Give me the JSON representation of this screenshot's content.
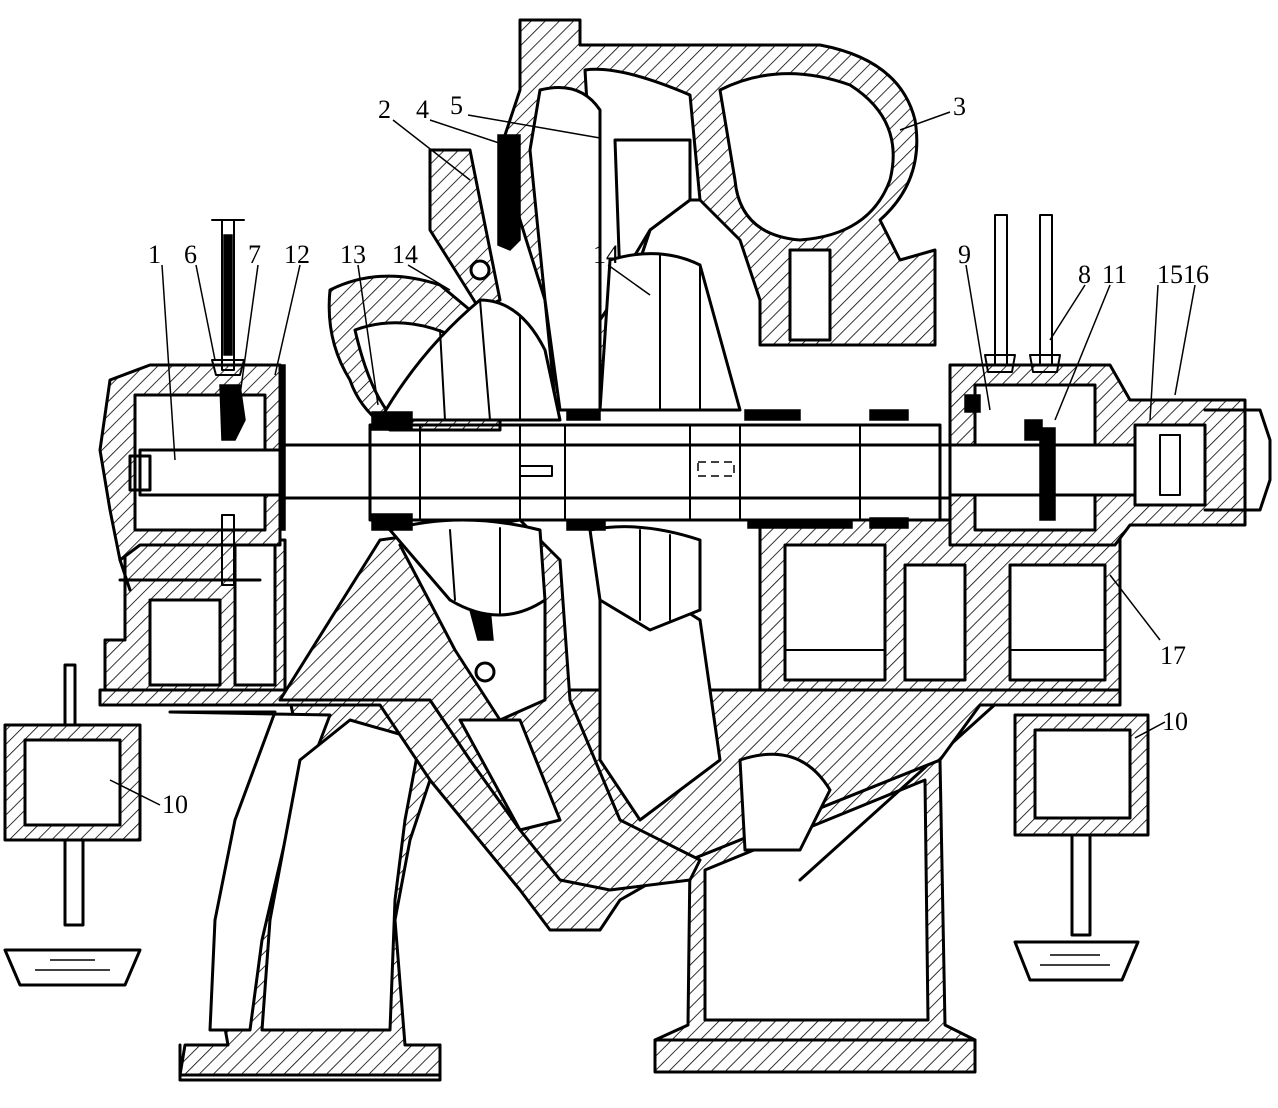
{
  "figure": {
    "callouts": [
      {
        "id": "c1",
        "label": "1"
      },
      {
        "id": "c6",
        "label": "6"
      },
      {
        "id": "c7",
        "label": "7"
      },
      {
        "id": "c12",
        "label": "12"
      },
      {
        "id": "c13",
        "label": "13"
      },
      {
        "id": "c14a",
        "label": "14"
      },
      {
        "id": "c2",
        "label": "2"
      },
      {
        "id": "c4",
        "label": "4"
      },
      {
        "id": "c5",
        "label": "5"
      },
      {
        "id": "c14b",
        "label": "14"
      },
      {
        "id": "c3",
        "label": "3"
      },
      {
        "id": "c9",
        "label": "9"
      },
      {
        "id": "c8",
        "label": "8"
      },
      {
        "id": "c11",
        "label": "11"
      },
      {
        "id": "c1516",
        "label": "1516"
      },
      {
        "id": "c17",
        "label": "17"
      },
      {
        "id": "c10a",
        "label": "10"
      },
      {
        "id": "c10b",
        "label": "10"
      }
    ]
  }
}
